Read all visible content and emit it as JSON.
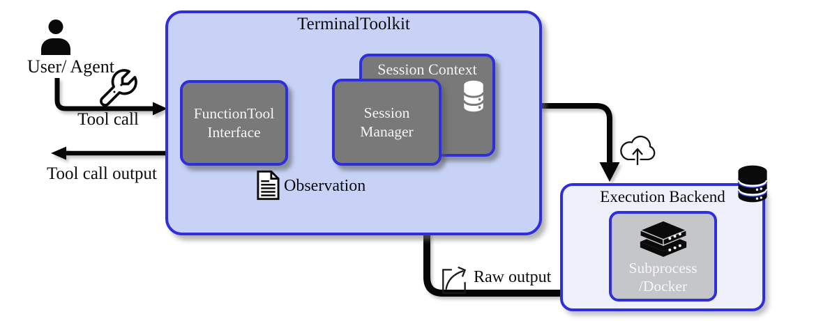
{
  "colors": {
    "accent_blue_border": "#2e2edd",
    "toolkit_fill": "#c7d2f6",
    "module_gray_fill": "#797979",
    "backend_fill": "#eef1fb",
    "subprocess_fill": "#c5c6ca",
    "arrow_black": "#060606",
    "module_text_white": "#f4f4f4",
    "label_text_black": "#0c0c0c"
  },
  "nodes": {
    "user_agent": {
      "label": "User/ Agent",
      "icon": "person-icon"
    },
    "terminal_toolkit": {
      "title": "TerminalToolkit"
    },
    "functiontool_interface": {
      "line1": "FunctionTool",
      "line2": "Interface"
    },
    "session_manager": {
      "line1": "Session",
      "line2": "Manager"
    },
    "session_context": {
      "title": "Session Context",
      "icon": "database-icon"
    },
    "execution_backend": {
      "title": "Execution Backend",
      "icon": "database-stack-icon"
    },
    "subprocess_docker": {
      "line1": "Subprocess",
      "line2": "/Docker",
      "icon": "server-stack-icon"
    }
  },
  "edges": {
    "tool_call": {
      "label": "Tool call",
      "icon": "wrench-icon"
    },
    "tool_call_output": {
      "label": "Tool call output"
    },
    "fti_to_session_manager": {
      "label": ""
    },
    "context_to_backend": {
      "label": "",
      "icon": "cloud-upload-icon"
    },
    "observation": {
      "label": "Observation",
      "icon": "document-icon"
    },
    "raw_output": {
      "label": "Raw output",
      "icon": "share-arrow-icon"
    }
  }
}
